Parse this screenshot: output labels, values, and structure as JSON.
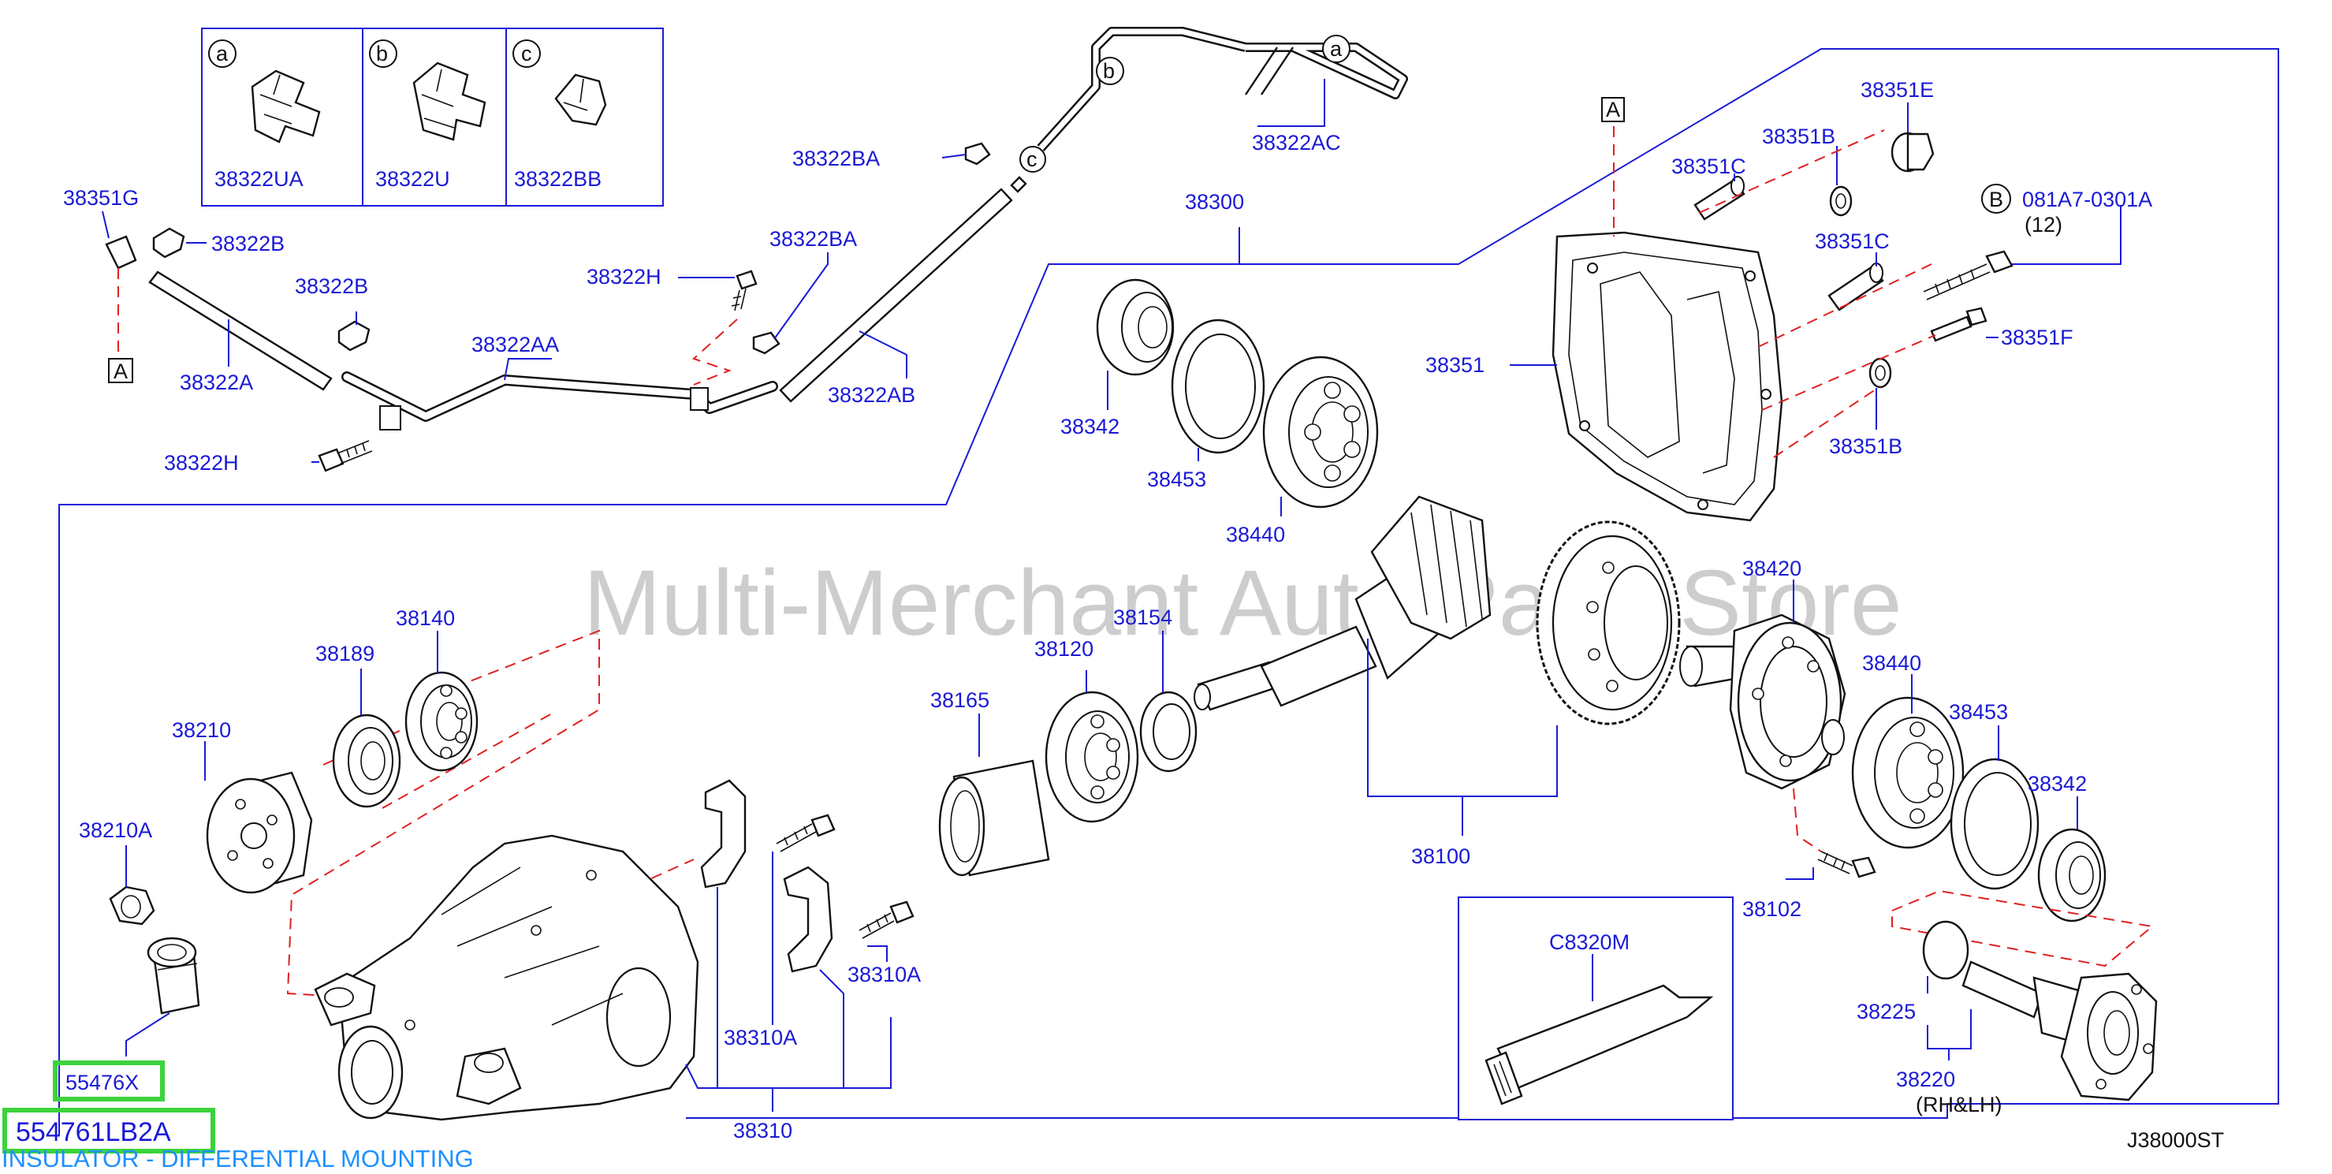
{
  "watermark": "Multi-Merchant Auto Parts Store",
  "diagram_code": "J38000ST",
  "selected": {
    "ref_code": "55476X",
    "part_number": "554761LB2A",
    "description": "INSULATOR - DIFFERENTIAL MOUNTING"
  },
  "inset_parts": [
    {
      "key": "a",
      "code": "38322UA"
    },
    {
      "key": "b",
      "code": "38322U"
    },
    {
      "key": "c",
      "code": "38322BB"
    }
  ],
  "callouts": {
    "p38351G": "38351G",
    "p38322B_1": "38322B",
    "p38322B_2": "38322B",
    "p38322A": "38322A",
    "p38322H_1": "38322H",
    "p38322H_2": "38322H",
    "p38322AA": "38322AA",
    "p38322BA_1": "38322BA",
    "p38322BA_2": "38322BA",
    "p38322AB": "38322AB",
    "p38322AC": "38322AC",
    "p38300": "38300",
    "p38342_1": "38342",
    "p38453_1": "38453",
    "p38440_1": "38440",
    "p38351": "38351",
    "p38351C_1": "38351C",
    "p38351C_2": "38351C",
    "p38351B_1": "38351B",
    "p38351B_2": "38351B",
    "p38351E": "38351E",
    "p081A7": "081A7-0301A",
    "qty12": "(12)",
    "p38351F": "38351F",
    "p38140": "38140",
    "p38189": "38189",
    "p38210": "38210",
    "p38210A": "38210A",
    "p38165": "38165",
    "p38120": "38120",
    "p38154": "38154",
    "p38100": "38100",
    "p38420": "38420",
    "p38440_2": "38440",
    "p38453_2": "38453",
    "p38342_2": "38342",
    "p38102": "38102",
    "p38310A_1": "38310A",
    "p38310A_2": "38310A",
    "p38310": "38310",
    "pC8320M": "C8320M",
    "p38225": "38225",
    "p38220": "38220",
    "rhlh": "(RH&LH)"
  },
  "ref_letters": {
    "A": "A",
    "B": "B",
    "a": "a",
    "b": "b",
    "c": "c"
  },
  "colors": {
    "callout": "#1a1ad6",
    "dashed": "#e02020",
    "highlight": "#3cd33c",
    "description": "#1e90ff"
  }
}
